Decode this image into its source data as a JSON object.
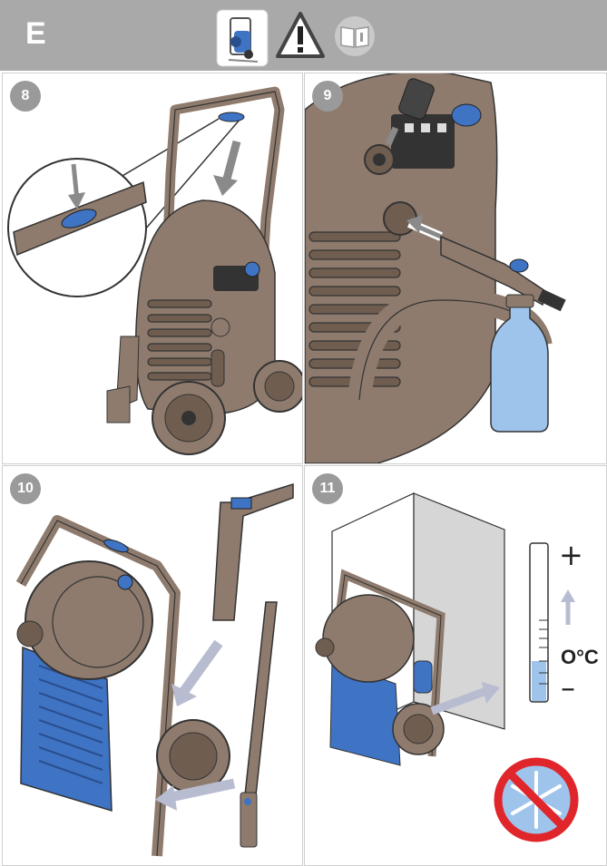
{
  "header": {
    "section_letter": "E",
    "icons": [
      "product-illustration-icon",
      "warning-triangle-icon",
      "manual-book-icon"
    ],
    "bar_color": "#a9a9a9"
  },
  "steps": [
    {
      "number": "8"
    },
    {
      "number": "9"
    },
    {
      "number": "10"
    },
    {
      "number": "11"
    }
  ],
  "thermometer": {
    "plus_symbol": "+",
    "minus_symbol": "–",
    "unit_label": "O°C"
  },
  "colors": {
    "machine_body": "#8e7b6d",
    "machine_dark": "#6f5d50",
    "accent_blue": "#3f73c4",
    "light_blue": "#9fc4ec",
    "arrow_grey": "#b8bcd0",
    "no_frost_red": "#e0262b"
  }
}
